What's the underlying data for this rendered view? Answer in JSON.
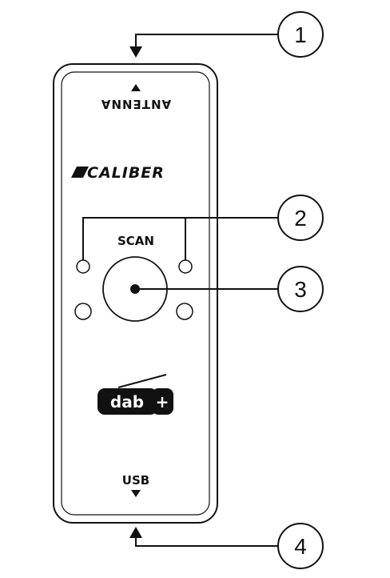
{
  "device": {
    "antenna_label": "ANTENNA",
    "brand": "CALIBER",
    "scan_label": "SCAN",
    "dab_logo": {
      "text": "dab",
      "plus": "+"
    },
    "usb_label": "USB"
  },
  "callouts": [
    {
      "number": "1"
    },
    {
      "number": "2"
    },
    {
      "number": "3"
    },
    {
      "number": "4"
    }
  ]
}
